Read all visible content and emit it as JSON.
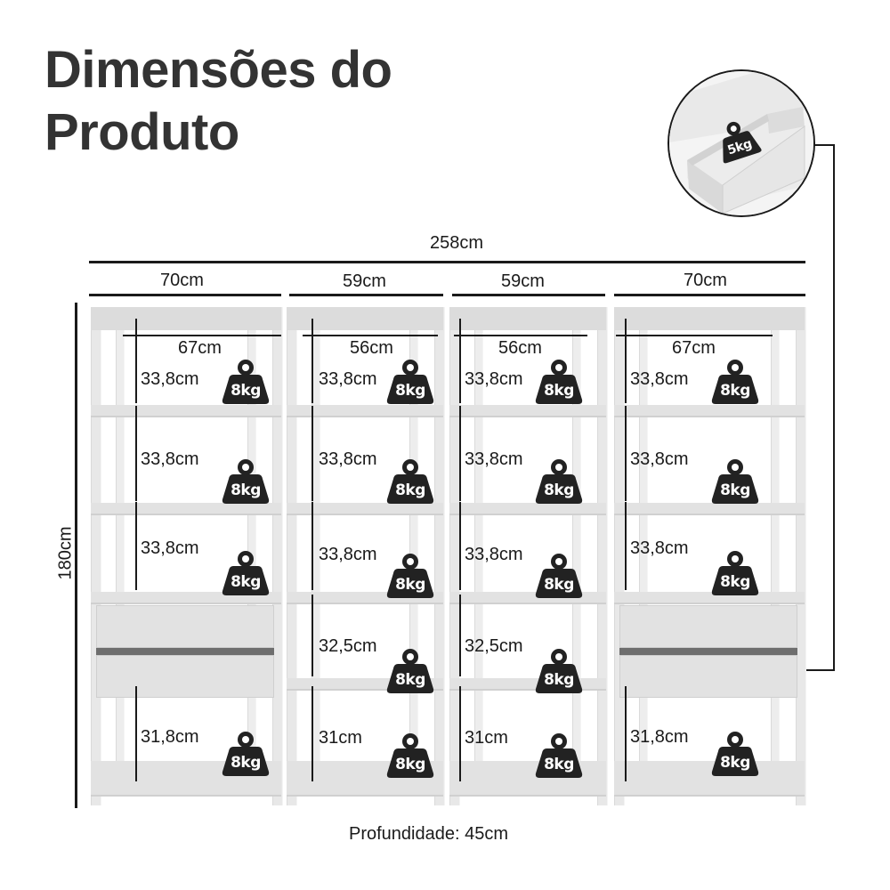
{
  "title": {
    "line1": "Dimensões do",
    "line2": "Produto"
  },
  "total_width": "258cm",
  "total_height": "180cm",
  "depth_label": "Profundidade: 45cm",
  "colors": {
    "title": "#333333",
    "weight_icon": "#222222",
    "furniture": "#e2e2e2"
  },
  "modules": [
    {
      "outer_width": "70cm",
      "inner_width": "67cm",
      "has_drawers": true,
      "compartments": [
        {
          "height": "33,8cm",
          "load": "8kg"
        },
        {
          "height": "33,8cm",
          "load": "8kg"
        },
        {
          "height": "33,8cm",
          "load": "8kg"
        },
        {
          "height": "31,8cm",
          "load": "8kg"
        }
      ]
    },
    {
      "outer_width": "59cm",
      "inner_width": "56cm",
      "has_drawers": false,
      "compartments": [
        {
          "height": "33,8cm",
          "load": "8kg"
        },
        {
          "height": "33,8cm",
          "load": "8kg"
        },
        {
          "height": "33,8cm",
          "load": "8kg"
        },
        {
          "height": "32,5cm",
          "load": "8kg"
        },
        {
          "height": "31cm",
          "load": "8kg"
        }
      ]
    },
    {
      "outer_width": "59cm",
      "inner_width": "56cm",
      "has_drawers": false,
      "compartments": [
        {
          "height": "33,8cm",
          "load": "8kg"
        },
        {
          "height": "33,8cm",
          "load": "8kg"
        },
        {
          "height": "33,8cm",
          "load": "8kg"
        },
        {
          "height": "32,5cm",
          "load": "8kg"
        },
        {
          "height": "31cm",
          "load": "8kg"
        }
      ]
    },
    {
      "outer_width": "70cm",
      "inner_width": "67cm",
      "has_drawers": true,
      "compartments": [
        {
          "height": "33,8cm",
          "load": "8kg"
        },
        {
          "height": "33,8cm",
          "load": "8kg"
        },
        {
          "height": "33,8cm",
          "load": "8kg"
        },
        {
          "height": "31,8cm",
          "load": "8kg"
        }
      ]
    }
  ],
  "drawer_detail": {
    "load": "5kg",
    "icon": "weight-icon"
  }
}
